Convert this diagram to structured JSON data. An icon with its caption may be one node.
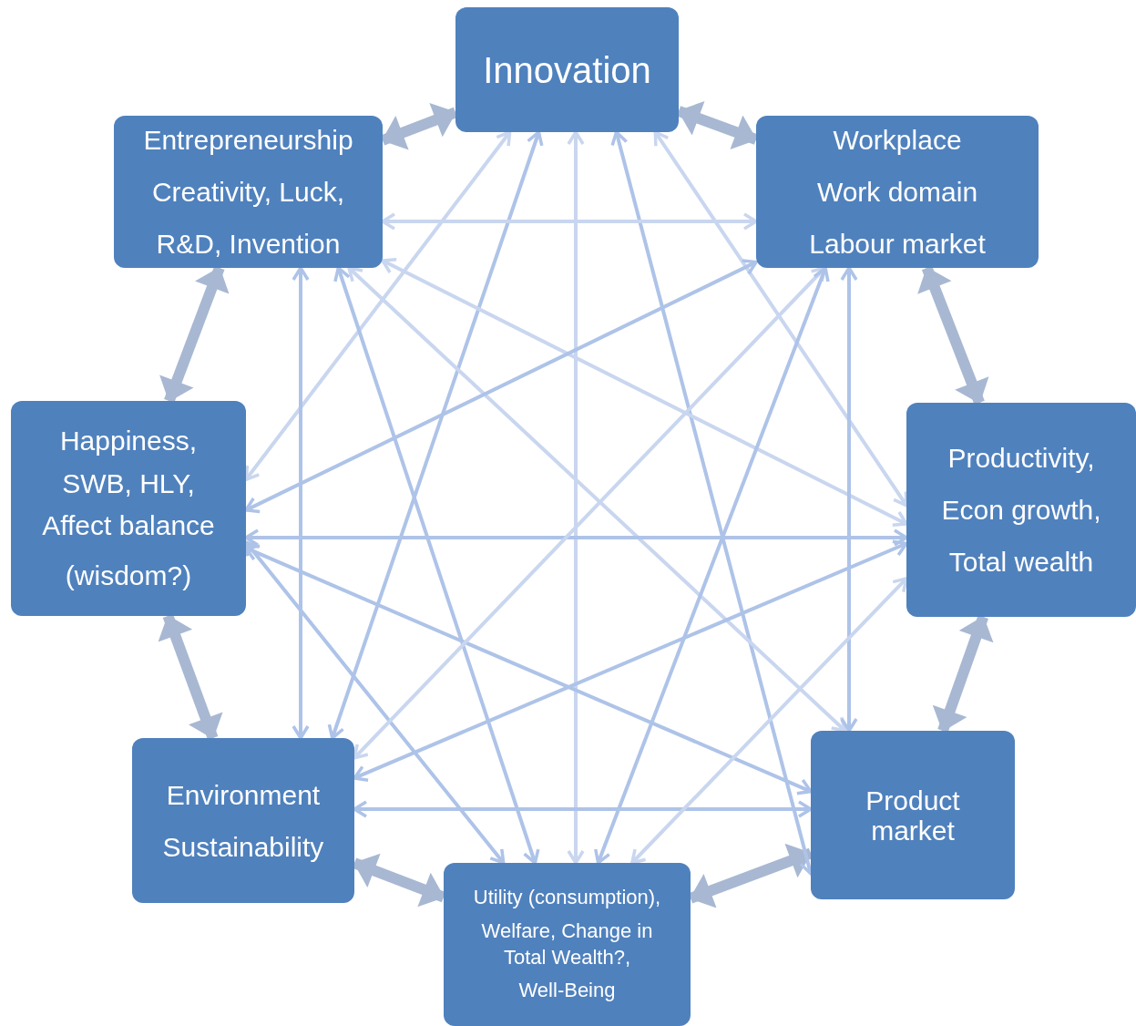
{
  "diagram": {
    "nodes": [
      {
        "text": [
          "Innovation"
        ]
      },
      {
        "text": [
          "Entrepreneurship",
          "Creativity, Luck,",
          "R&D, Invention"
        ]
      },
      {
        "text": [
          "Workplace",
          "Work domain",
          "Labour market"
        ]
      },
      {
        "text": [
          "Happiness,",
          "SWB, HLY,",
          "Affect balance",
          "(wisdom?)"
        ]
      },
      {
        "text": [
          "Productivity,",
          "Econ growth,",
          "Total wealth"
        ]
      },
      {
        "text": [
          "Environment",
          "Sustainability"
        ]
      },
      {
        "text": [
          "Product market"
        ]
      },
      {
        "text": [
          "Utility (consumption),",
          "Welfare, Change in Total Wealth?,",
          "Well-Being"
        ]
      }
    ],
    "edges": [
      {
        "from": 0,
        "to": 1,
        "arrow": "both",
        "style": "thick",
        "color": "#a8b8d2"
      },
      {
        "from": 0,
        "to": 2,
        "arrow": "both",
        "style": "thick",
        "color": "#a8b8d2"
      },
      {
        "from": 1,
        "to": 3,
        "arrow": "both",
        "style": "thick",
        "color": "#a8b8d2"
      },
      {
        "from": 2,
        "to": 4,
        "arrow": "both",
        "style": "thick",
        "color": "#a8b8d2"
      },
      {
        "from": 3,
        "to": 5,
        "arrow": "both",
        "style": "thick",
        "color": "#a8b8d2"
      },
      {
        "from": 4,
        "to": 6,
        "arrow": "both",
        "style": "thick",
        "color": "#a8b8d2"
      },
      {
        "from": 5,
        "to": 7,
        "arrow": "both",
        "style": "thick",
        "color": "#a8b8d2"
      },
      {
        "from": 6,
        "to": 7,
        "arrow": "both",
        "style": "thick",
        "color": "#a8b8d2"
      },
      {
        "from": 0,
        "to": 7,
        "arrow": "both",
        "color": "#c9d6ef"
      },
      {
        "from": 0,
        "to": 3,
        "arrow": "both",
        "color": "#c9d6ef"
      },
      {
        "from": 0,
        "to": 5,
        "arrow": "both"
      },
      {
        "from": 0,
        "to": 6,
        "arrow": "both"
      },
      {
        "from": 0,
        "to": 4,
        "arrow": "both",
        "color": "#c9d6ef"
      },
      {
        "from": 1,
        "to": 2,
        "arrow": "both",
        "color": "#c9d6ef"
      },
      {
        "from": 1,
        "to": 4,
        "arrow": "both",
        "color": "#c9d6ef"
      },
      {
        "from": 1,
        "to": 6,
        "arrow": "both",
        "color": "#c9d6ef"
      },
      {
        "from": 1,
        "to": 5,
        "arrow": "both"
      },
      {
        "from": 1,
        "to": 7,
        "arrow": "both"
      },
      {
        "from": 3,
        "to": 2,
        "arrow": "both"
      },
      {
        "from": 3,
        "to": 4,
        "arrow": "both"
      },
      {
        "from": 3,
        "to": 6,
        "arrow": "both"
      },
      {
        "from": 3,
        "to": 7,
        "arrow": "both"
      },
      {
        "from": 5,
        "to": 2,
        "arrow": "both",
        "color": "#c9d6ef"
      },
      {
        "from": 5,
        "to": 4,
        "arrow": "both"
      },
      {
        "from": 5,
        "to": 6,
        "arrow": "both"
      },
      {
        "from": 2,
        "to": 6,
        "arrow": "both"
      },
      {
        "from": 7,
        "to": 2,
        "arrow": "both"
      },
      {
        "from": 7,
        "to": 4,
        "arrow": "both",
        "color": "#c9d6ef"
      }
    ]
  }
}
